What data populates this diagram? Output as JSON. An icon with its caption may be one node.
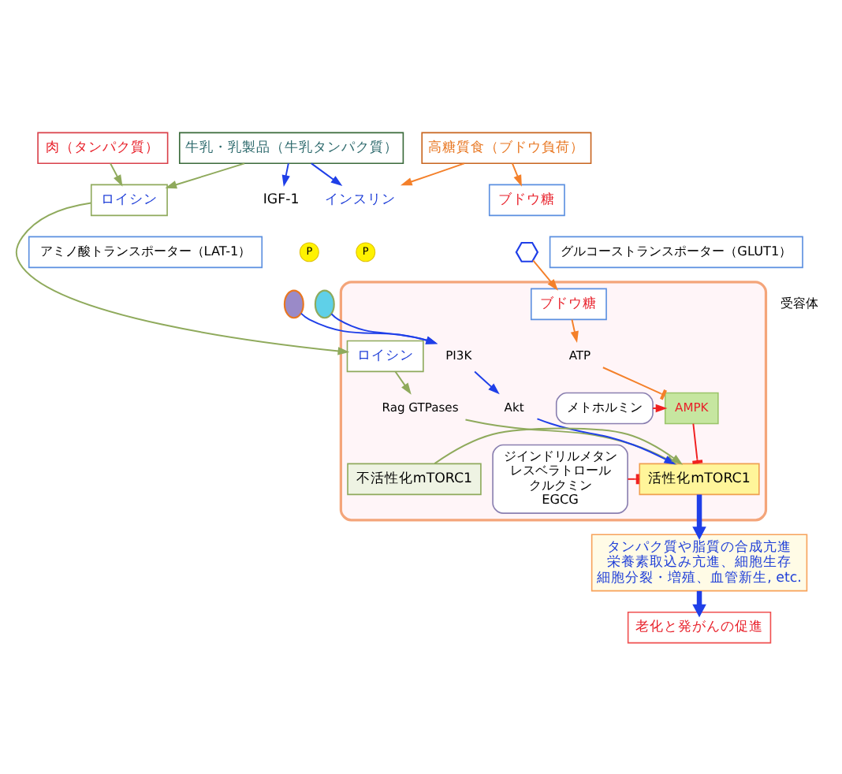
{
  "diagram": {
    "nodes": [
      {
        "text": [
          "肉（タンパク質）"
        ]
      },
      {
        "text": [
          "牛乳・乳製品（牛乳タンパク質）"
        ]
      },
      {
        "text": [
          "高糖質食（ブドウ負荷）"
        ]
      },
      {
        "text": [
          "ロイシン"
        ]
      },
      {
        "text": [
          "IGF-1"
        ]
      },
      {
        "text": [
          "インスリン"
        ]
      },
      {
        "text": [
          "ブドウ糖"
        ]
      },
      {
        "text": [
          "アミノ酸トランスポーター（LAT-1）"
        ]
      },
      {
        "text": [],
        "shape": "hexagon"
      },
      {
        "text": [
          "グルコーストランスポーター（GLUT1）"
        ]
      },
      {
        "text": [],
        "shape": "receptor"
      },
      {
        "text": [],
        "shape": "receptor"
      },
      {
        "text": [],
        "shape": "box"
      },
      {
        "text": [
          "ロイシン"
        ],
        "in": 12
      },
      {
        "text": [
          "ブドウ糖"
        ],
        "in": 12
      },
      {
        "text": [
          "PI3K"
        ],
        "in": 12
      },
      {
        "text": [
          "ATP"
        ],
        "in": 12
      },
      {
        "text": [
          "Rag GTPases"
        ],
        "in": 12
      },
      {
        "text": [
          "Akt"
        ],
        "in": 12
      },
      {
        "text": [
          "AMPK"
        ],
        "in": 12
      },
      {
        "text": [
          "メトホルミン"
        ],
        "in": 12
      },
      {
        "text": [
          "不活性化mTORC1"
        ],
        "in": 12
      },
      {
        "text": [
          "活性化mTORC1"
        ],
        "in": 12
      },
      {
        "text": [
          "ジインドリルメタン",
          "レスベラトロール",
          "クルクミン",
          "EGCG"
        ],
        "in": 12
      },
      {
        "text": [
          "タンパク質や脂質の合成亢進",
          "栄養素取込み亢進、細胞生存",
          "細胞分裂・増殖、血管新生, etc."
        ]
      },
      {
        "text": [
          "老化と発がんの促進"
        ]
      }
    ],
    "edges": [
      {
        "from": 0,
        "to": 3,
        "arrow": "to",
        "color": "#8faa5c"
      },
      {
        "from": 1,
        "to": 3,
        "arrow": "to",
        "color": "#8faa5c"
      },
      {
        "from": 1,
        "to": 4,
        "arrow": "to",
        "color": "#1f3fe8"
      },
      {
        "from": 1,
        "to": 5,
        "arrow": "to",
        "color": "#1f3fe8"
      },
      {
        "from": 2,
        "to": 5,
        "arrow": "to",
        "color": "#f4802a"
      },
      {
        "from": 2,
        "to": 6,
        "arrow": "to",
        "color": "#f4802a"
      },
      {
        "from": 3,
        "to": 13,
        "arrow": "to",
        "color": "#8faa5c"
      },
      {
        "from": 8,
        "to": 14,
        "arrow": "to",
        "color": "#f4802a"
      },
      {
        "from": 10,
        "to": 15,
        "arrow": "to",
        "color": "#1f3fe8"
      },
      {
        "from": 11,
        "to": 15,
        "arrow": "to",
        "color": "#1f3fe8"
      },
      {
        "from": 15,
        "to": 18,
        "arrow": "to",
        "color": "#1f3fe8"
      },
      {
        "from": 18,
        "to": 22,
        "arrow": "to",
        "color": "#1f3fe8"
      },
      {
        "from": 13,
        "to": 17,
        "arrow": "to",
        "color": "#8faa5c"
      },
      {
        "from": 17,
        "to": 22,
        "arrow": "to",
        "color": "#8faa5c"
      },
      {
        "from": 21,
        "to": 22,
        "arrow": "to",
        "color": "#8faa5c"
      },
      {
        "from": 14,
        "to": 16,
        "arrow": "to",
        "color": "#f4802a"
      },
      {
        "from": 16,
        "to": 19,
        "arrow": "other",
        "color": "#f4802a"
      },
      {
        "from": 20,
        "to": 19,
        "arrow": "to",
        "color": "#f02020"
      },
      {
        "from": 19,
        "to": 22,
        "arrow": "other",
        "color": "#f02020"
      },
      {
        "from": 23,
        "to": 22,
        "arrow": "other",
        "color": "#f02020"
      },
      {
        "from": 22,
        "to": 24,
        "arrow": "to",
        "style": "thick",
        "color": "#1f3fe8"
      },
      {
        "from": 24,
        "to": 25,
        "arrow": "to",
        "style": "thick",
        "color": "#1f3fe8"
      }
    ],
    "labels": [
      "受容体",
      "P",
      "P"
    ]
  }
}
